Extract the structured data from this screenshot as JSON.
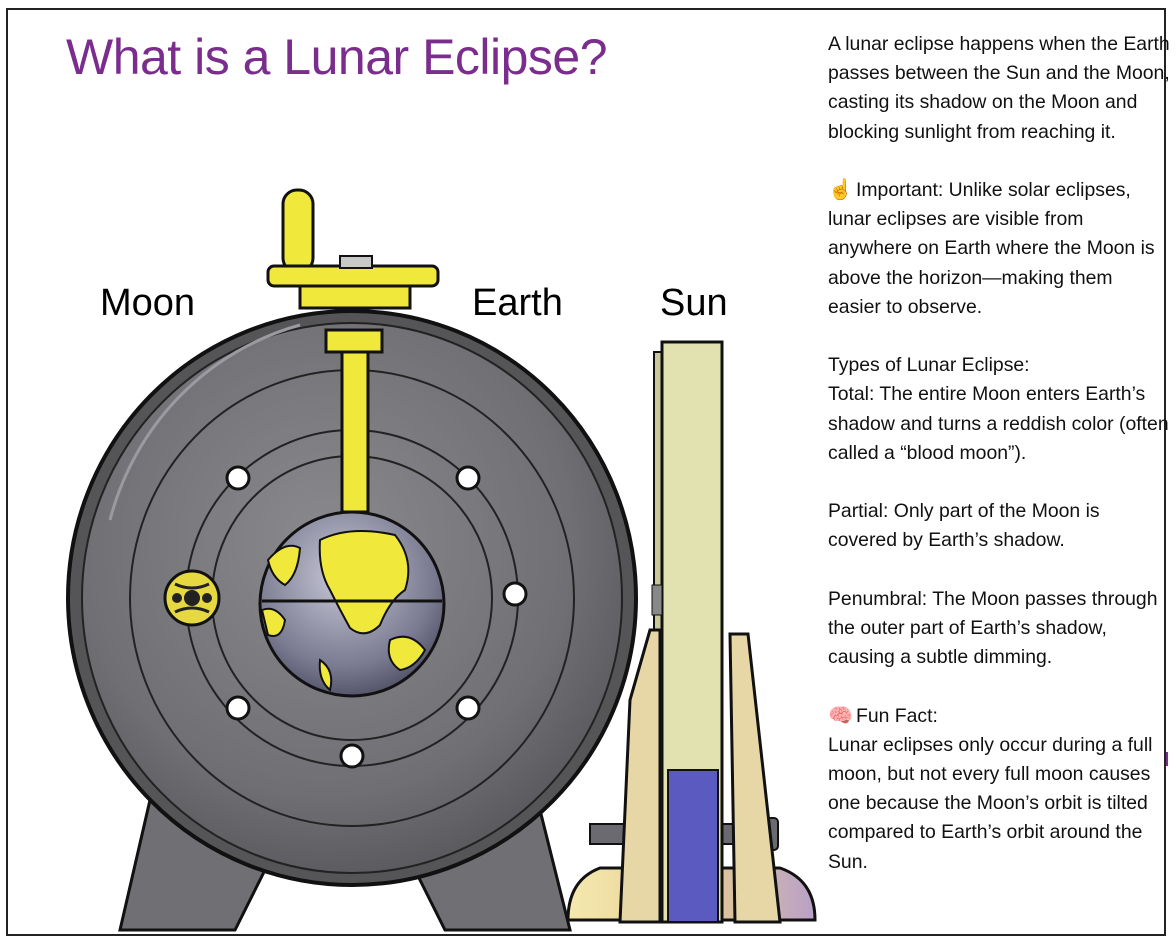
{
  "title": "What is a Lunar Eclipse?",
  "labels": {
    "moon": "Moon",
    "earth": "Earth",
    "sun": "Sun"
  },
  "text": {
    "intro": "A lunar eclipse happens when the Earth passes between the Sun and the Moon, casting its shadow on the Moon and blocking sunlight from reaching it.",
    "important_icon": "☝",
    "important": "Important: Unlike solar eclipses, lunar eclipses are visible from anywhere on Earth where the Moon is above the horizon—making them easier to observe.",
    "types_heading": "Types of Lunar Eclipse:",
    "total": "Total: The entire Moon enters Earth’s shadow and turns a reddish color (often called a “blood moon”).",
    "partial": "Partial: Only part of the Moon is covered by Earth’s shadow.",
    "penumbral": "Penumbral: The Moon passes through the outer part of Earth’s shadow, causing a subtle dimming.",
    "funfact_icon": "🧠",
    "funfact_heading": "Fun Fact:",
    "funfact": "Lunar eclipses only occur during a full moon, but not every full moon causes one because the Moon’s orbit is tilted compared to Earth’s orbit around the Sun."
  },
  "colors": {
    "title": "#7b2d8e",
    "housing": "#6e6e72",
    "yellow": "#f0e83a",
    "panel": "#e2e2b0",
    "blue": "#5a5ac0",
    "wood": "#e8d7a6"
  },
  "icons": [
    "pointing-up-icon",
    "brain-icon"
  ]
}
